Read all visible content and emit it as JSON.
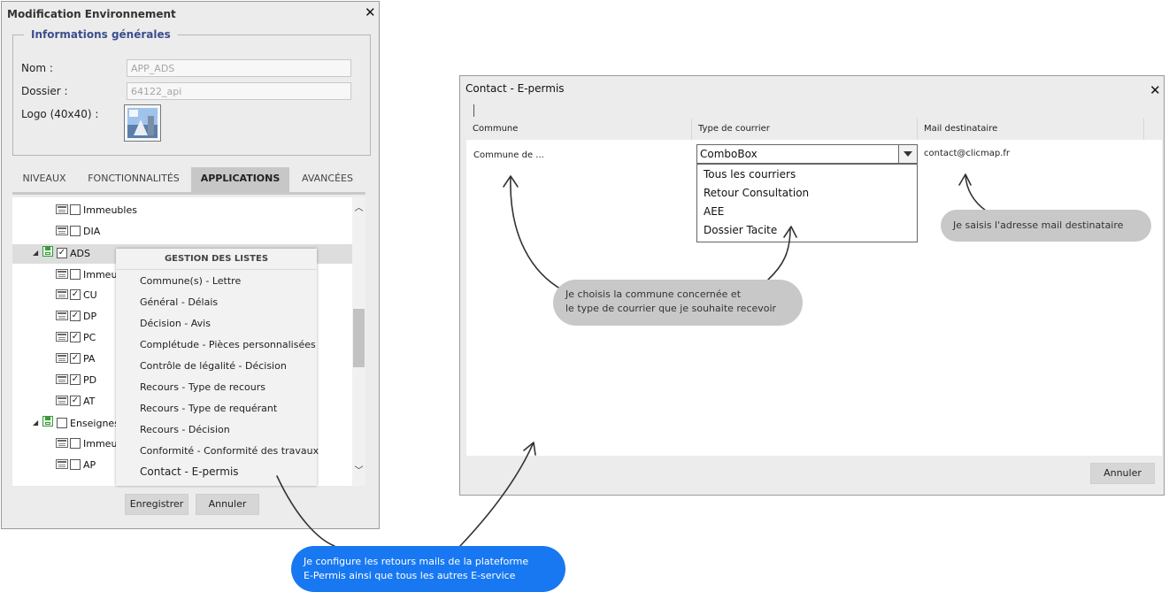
{
  "env_dialog": {
    "title": "Modification Environnement",
    "fieldset_legend": "Informations générales",
    "fields": {
      "nom_label": "Nom :",
      "nom_value": "APP_ADS",
      "dossier_label": "Dossier :",
      "dossier_value": "64122_api",
      "logo_label": "Logo (40x40) :"
    },
    "tabs": [
      {
        "label": "NIVEAUX",
        "active": false
      },
      {
        "label": "FONCTIONNALITÉS",
        "active": false
      },
      {
        "label": "APPLICATIONS",
        "active": true
      },
      {
        "label": "AVANCÉES",
        "active": false
      }
    ],
    "tree": [
      {
        "label": "Immeubles",
        "checked": false
      },
      {
        "label": "DIA",
        "checked": false
      },
      {
        "label": "ADS",
        "checked": true
      },
      {
        "label": "Immeub",
        "checked": false
      },
      {
        "label": "CU",
        "checked": true
      },
      {
        "label": "DP",
        "checked": true
      },
      {
        "label": "PC",
        "checked": true
      },
      {
        "label": "PA",
        "checked": true
      },
      {
        "label": "PD",
        "checked": true
      },
      {
        "label": "AT",
        "checked": true
      },
      {
        "label": "Enseignes",
        "checked": false
      },
      {
        "label": "Immeub",
        "checked": false
      },
      {
        "label": "AP",
        "checked": false
      }
    ],
    "menu": {
      "header": "GESTION DES LISTES",
      "items": [
        "Commune(s) - Lettre",
        "Général - Délais",
        "Décision - Avis",
        "Complétude - Pièces personnalisées",
        "Contrôle de légalité - Décision",
        "Recours - Type de recours",
        "Recours - Type de requérant",
        "Recours - Décision",
        "Conformité - Conformité des travaux",
        "Contact - E-permis"
      ]
    },
    "buttons": {
      "save": "Enregistrer",
      "cancel": "Annuler"
    }
  },
  "contact_dialog": {
    "title": "Contact - E-permis",
    "columns": [
      "Commune",
      "Type de courrier",
      "Mail destinataire"
    ],
    "row": {
      "commune": "Commune de ...",
      "combo_value": "ComboBox",
      "mail": "contact@clicmap.fr"
    },
    "combo_options": [
      "Tous les courriers",
      "Retour Consultation",
      "AEE",
      "Dossier Tacite"
    ],
    "cancel_button": "Annuler"
  },
  "annotations": {
    "mail_note": "Je saisis l'adresse mail destinataire",
    "choose_note": [
      "Je choisis la commune concernée et",
      "le type de courrier que je souhaite recevoir"
    ],
    "configure_note": [
      "Je configure les retours mails de la plateforme",
      "E-Permis ainsi que tous les autres E-service"
    ]
  },
  "colors": {
    "accent_blue": "#1878f1",
    "bubble_gray": "#c8c8c8",
    "legend_blue": "#3a4e8c"
  }
}
